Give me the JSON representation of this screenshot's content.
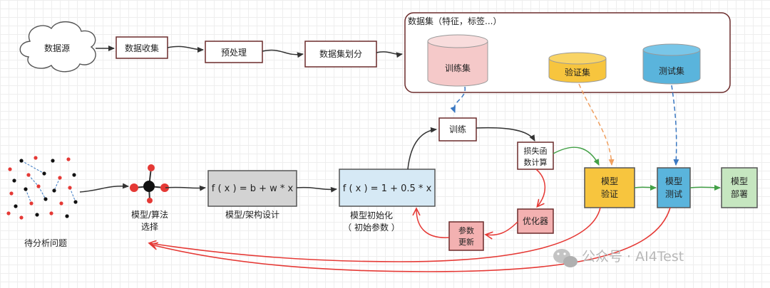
{
  "nodes": {
    "data_source": "数据源",
    "data_collection": "数据收集",
    "preprocessing": "预处理",
    "dataset_split": "数据集划分",
    "dataset_group": "数据集（特征，标签...）",
    "train_set": "训练集",
    "val_set": "验证集",
    "test_set": "测试集",
    "problem": "待分析问题",
    "model_select_line1": "模型/算法",
    "model_select_line2": "选择",
    "model_design": "模型/架构设计",
    "model_design_formula": "f ( x ) = b + w * x",
    "model_init_line1": "模型初始化",
    "model_init_line2": "（ 初始参数 ）",
    "model_init_formula": "f ( x ) = 1 + 0.5 * x",
    "train": "训练",
    "loss_line1": "损失函",
    "loss_line2": "数计算",
    "optimizer": "优化器",
    "param_update_line1": "参数",
    "param_update_line2": "更新",
    "model_validate_line1": "模型",
    "model_validate_line2": "验证",
    "model_test_line1": "模型",
    "model_test_line2": "测试",
    "model_deploy_line1": "模型",
    "model_deploy_line2": "部署"
  },
  "watermark": "公众号 · AI4Test",
  "colors": {
    "train_set": "#f5c9c9",
    "val_set": "#f7c53e",
    "test_set": "#5ab4dc",
    "model_design": "#d3d3d3",
    "model_init": "#d6e9f5",
    "optimizer": "#f3b1b1",
    "param_update": "#f3b1b1",
    "model_validate": "#f7c53e",
    "model_test": "#5ab4dc",
    "model_deploy": "#c6e6c0",
    "flow_dark": "#333333",
    "flow_red": "#e53935",
    "flow_green": "#43a047",
    "flow_blue_dashed": "#3a78c2",
    "flow_orange_dashed": "#f0a060"
  }
}
